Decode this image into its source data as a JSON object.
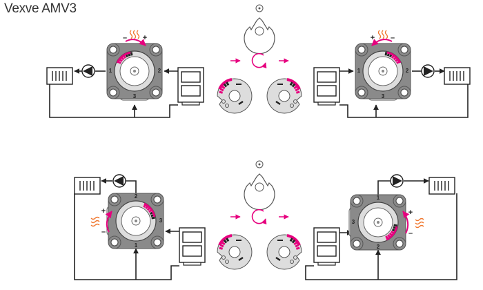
{
  "title": "Vexve AMV3",
  "colors": {
    "accent": "#e6007e",
    "heat": "#f07830",
    "line": "#222222",
    "valve_gray": "#8a8a8a"
  },
  "diagrams": [
    {
      "ports": [
        "1",
        "2",
        "3"
      ],
      "minus": "–",
      "plus": "+"
    },
    {
      "ports": [
        "1",
        "2",
        "3"
      ],
      "minus": "–",
      "plus": "+"
    },
    {
      "ports": [
        "1",
        "2",
        "3"
      ],
      "minus": "–",
      "plus": "+"
    },
    {
      "ports": [
        "1",
        "2",
        "3"
      ],
      "minus": "–",
      "plus": "+"
    }
  ]
}
